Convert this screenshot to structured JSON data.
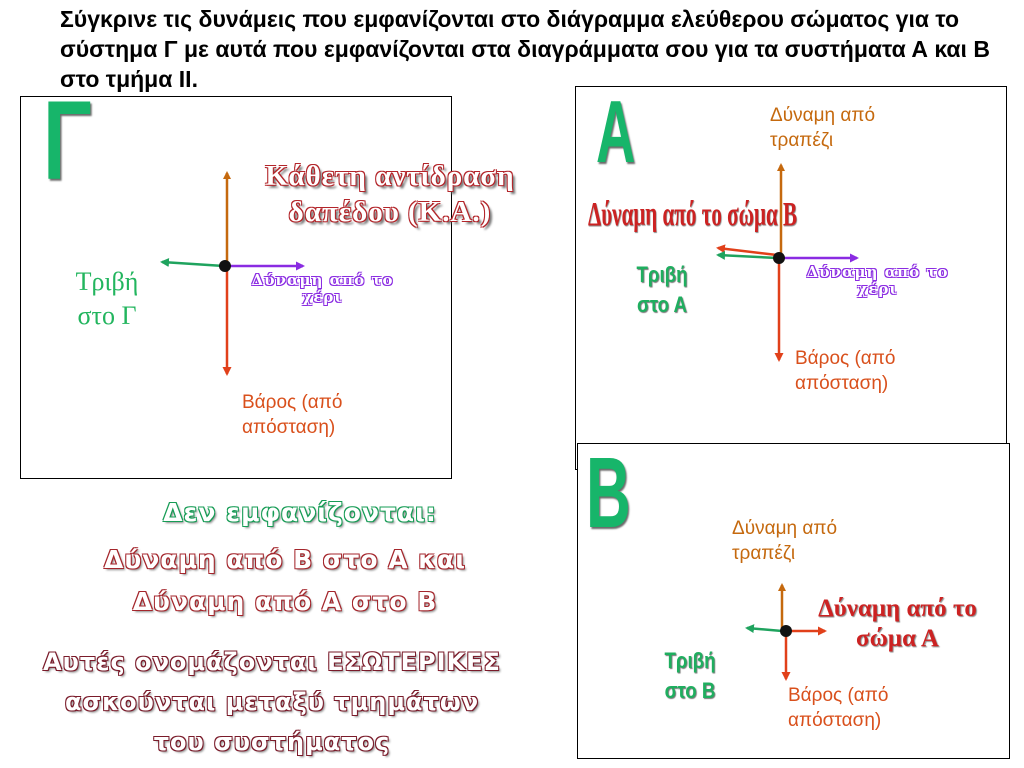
{
  "title": "Σύγκρινε τις δυνάμεις που εμφανίζονται στο διάγραμμα ελεύθερου σώματος για το σύστημα Γ με αυτά που εμφανίζονται στα διαγράμματα σου για τα συστήματα Α και Β στο τμήμα ΙΙ.",
  "panel_gamma": {
    "letter": "Γ",
    "normal_reaction": "Κάθετη αντίδραση δαπέδου (Κ.Α.)",
    "friction": "Τριβή στο Γ",
    "hand_force": "Δύναμη από το χέρι",
    "weight": "Βάρος (από απόσταση)"
  },
  "panel_a": {
    "letter": "Α",
    "table_force": "Δύναμη από τραπέζι",
    "body_force": "Δύναμη από το σώμα Β",
    "friction": "Τριβή στο Α",
    "hand_force": "Δύναμη από το χέρι",
    "weight": "Βάρος (από απόσταση)"
  },
  "panel_b": {
    "letter": "Β",
    "table_force": "Δύναμη από τραπέζι",
    "body_force": "Δύναμη από το σώμα Α",
    "friction": "Τριβή στο Β",
    "weight": "Βάρος (από απόσταση)"
  },
  "notes": {
    "not_shown": "Δεν εμφανίζονται:",
    "forces_line1": "Δύναμη από Β στο Α και",
    "forces_line2": "Δύναμη από Α στο Β",
    "internal_line1": "Αυτές ονομάζονται ΕΣΩΤΕΡΙΚΕΣ",
    "internal_line2": "ασκούνται μεταξύ τμημάτων",
    "internal_line3": "του συστήματος"
  },
  "colors": {
    "green": "#22b55e",
    "orange": "#c5690e",
    "red": "#e1401a",
    "purple": "#8a2be2"
  }
}
